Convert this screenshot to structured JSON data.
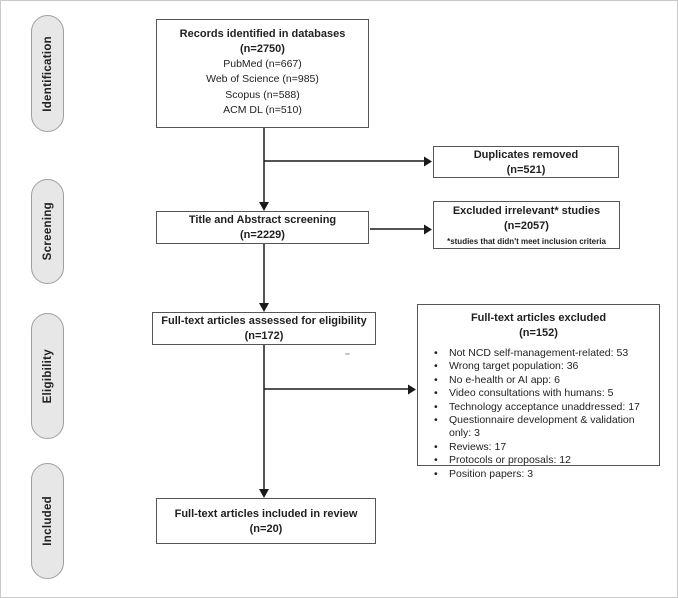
{
  "diagram": {
    "type": "prisma-flow",
    "stages": [
      {
        "label": "Identification"
      },
      {
        "label": "Screening"
      },
      {
        "label": "Eligibility"
      },
      {
        "label": "Included"
      }
    ],
    "boxes": {
      "records": {
        "title": "Records identified in databases",
        "count": "(n=2750)",
        "sources": [
          "PubMed (n=667)",
          "Web of Science (n=985)",
          "Scopus (n=588)",
          "ACM DL (n=510)"
        ]
      },
      "duplicates": {
        "title": "Duplicates removed",
        "count": "(n=521)"
      },
      "screening": {
        "title": "Title and Abstract screening",
        "count": "(n=2229)"
      },
      "excluded_irrelevant": {
        "title": "Excluded irrelevant* studies",
        "count": "(n=2057)",
        "footnote": "*studies that didn't meet inclusion criteria"
      },
      "eligibility": {
        "title": "Full-text articles assessed for eligibility",
        "count": "(n=172)"
      },
      "fulltext_excluded": {
        "title": "Full-text articles excluded",
        "count": "(n=152)",
        "reasons": [
          "Not NCD self-management-related: 53",
          "Wrong target population: 36",
          "No e-health or AI app: 6",
          "Video consultations with humans: 5",
          "Technology acceptance unaddressed: 17",
          "Questionnaire development & validation only: 3",
          "Reviews: 17",
          "Protocols or proposals: 12",
          "Position papers: 3"
        ]
      },
      "included": {
        "title": "Full-text articles included in review",
        "count": "(n=20)"
      }
    },
    "colors": {
      "stage_fill": "#e7e7e7",
      "stage_border": "#9e9e9e",
      "box_border": "#565656",
      "arrow": "#1a1a1a",
      "frame_border": "#c9c9c9"
    }
  }
}
